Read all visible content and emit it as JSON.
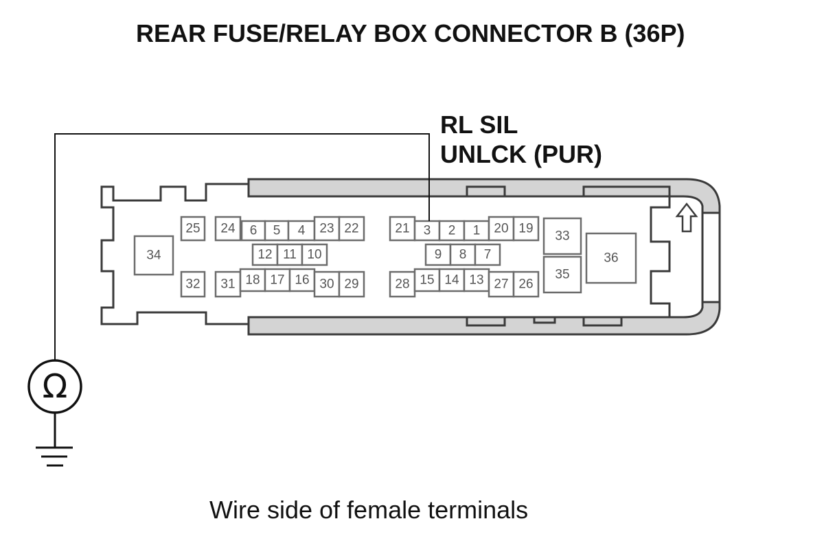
{
  "title": "REAR FUSE/RELAY BOX CONNECTOR B (36P)",
  "wire_label": {
    "line1": "RL SIL",
    "line2": "UNLCK (PUR)"
  },
  "caption": "Wire side of female terminals",
  "meter_symbol": "Ω",
  "icons": {
    "meter": "ohmmeter-icon",
    "ground": "ground-icon",
    "lock_arrow": "up-arrow-icon"
  },
  "probed_terminal": "3",
  "terminals": {
    "t25": "25",
    "t24": "24",
    "t6": "6",
    "t5": "5",
    "t4": "4",
    "t23": "23",
    "t22": "22",
    "t21": "21",
    "t3": "3",
    "t2": "2",
    "t1": "1",
    "t20": "20",
    "t19": "19",
    "t12": "12",
    "t11": "11",
    "t10": "10",
    "t9": "9",
    "t8": "8",
    "t7": "7",
    "t34": "34",
    "t33": "33",
    "t35": "35",
    "t36": "36",
    "t32": "32",
    "t31": "31",
    "t18": "18",
    "t17": "17",
    "t16": "16",
    "t30": "30",
    "t29": "29",
    "t28": "28",
    "t15": "15",
    "t14": "14",
    "t13": "13",
    "t27": "27",
    "t26": "26"
  }
}
